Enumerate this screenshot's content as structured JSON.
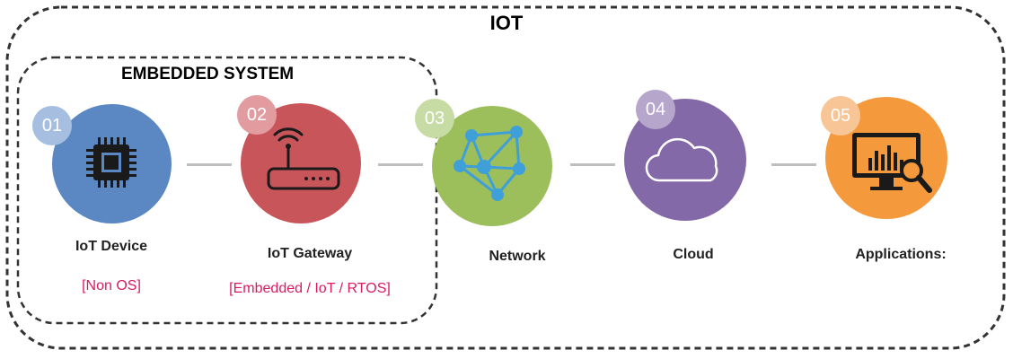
{
  "diagram": {
    "outer_title": "IOT",
    "inner_title": "EMBEDDED SYSTEM",
    "steps": [
      {
        "number": "01",
        "label": "IoT Device",
        "sublabel": "[Non OS]",
        "icon": "chip-icon",
        "color": "#5b87c2",
        "badge_color": "#a6bfe0"
      },
      {
        "number": "02",
        "label": "IoT Gateway",
        "sublabel": "[Embedded / IoT / RTOS]",
        "icon": "router-icon",
        "color": "#c8555a",
        "badge_color": "#e29c9f"
      },
      {
        "number": "03",
        "label": "Network",
        "sublabel": "",
        "icon": "network-icon",
        "color": "#9cbf5c",
        "badge_color": "#c7dba4"
      },
      {
        "number": "04",
        "label": "Cloud",
        "sublabel": "",
        "icon": "cloud-icon",
        "color": "#8469a8",
        "badge_color": "#b6a6cc"
      },
      {
        "number": "05",
        "label": "Applications:",
        "sublabel": "",
        "icon": "analytics-monitor-icon",
        "color": "#f49a3c",
        "badge_color": "#f8c596"
      }
    ]
  }
}
